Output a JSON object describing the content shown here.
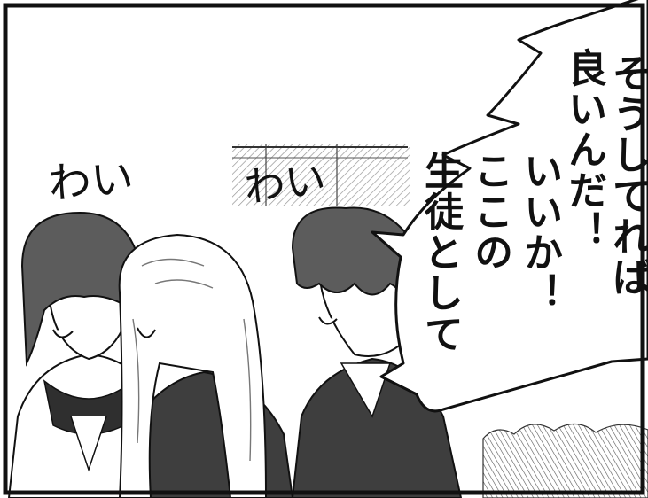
{
  "speech_bubble": {
    "columns": [
      "そうしてれば",
      "良いんだ！",
      "いいか！",
      "ここの",
      "生徒として"
    ]
  },
  "sound_effects": {
    "left": "わい",
    "middle": "わい"
  },
  "colors": {
    "ink": "#111111",
    "screentone": "#8a8a8a",
    "hair_dark": "#5c5c5c",
    "uniform_dark": "#3e3e3e"
  }
}
